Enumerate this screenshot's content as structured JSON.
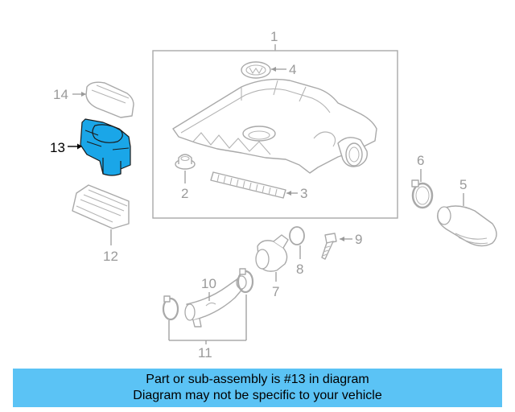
{
  "callouts": {
    "c1": "1",
    "c2": "2",
    "c3": "3",
    "c4": "4",
    "c5": "5",
    "c6": "6",
    "c7": "7",
    "c8": "8",
    "c9": "9",
    "c10": "10",
    "c11": "11",
    "c12": "12",
    "c13": "13",
    "c14": "14"
  },
  "highlight_color": "#1aa6e8",
  "banner": {
    "line1": "Part or sub-assembly is #13 in diagram",
    "line2": "Diagram may not be specific to your vehicle",
    "background": "#5bc3f5"
  }
}
